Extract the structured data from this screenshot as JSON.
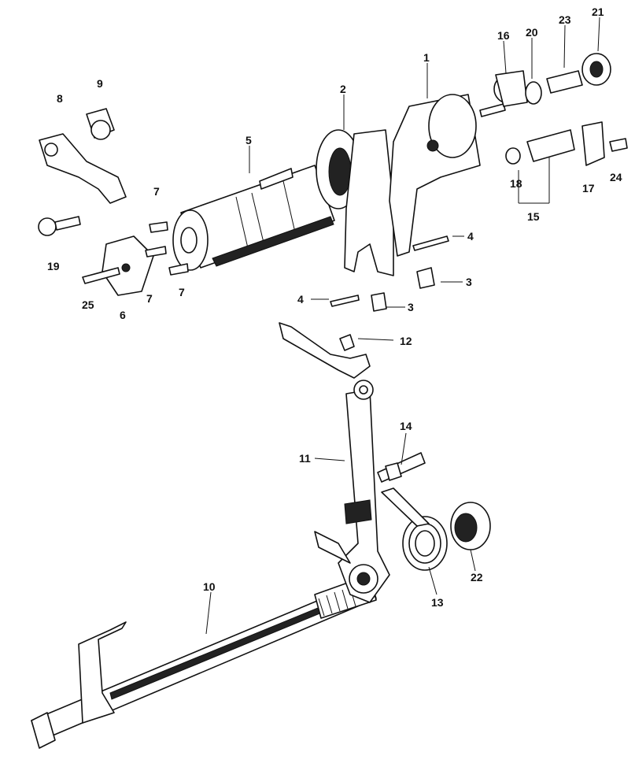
{
  "callouts": {
    "c1": "1",
    "c2": "2",
    "c3a": "3",
    "c3b": "3",
    "c4a": "4",
    "c4b": "4",
    "c5": "5",
    "c6": "6",
    "c7a": "7",
    "c7b": "7",
    "c7c": "7",
    "c8": "8",
    "c9": "9",
    "c10": "10",
    "c11": "11",
    "c12": "12",
    "c13": "13",
    "c14": "14",
    "c15": "15",
    "c16": "16",
    "c17": "17",
    "c18": "18",
    "c19": "19",
    "c20": "20",
    "c21": "21",
    "c22": "22",
    "c23": "23",
    "c24": "24",
    "c25": "25"
  }
}
